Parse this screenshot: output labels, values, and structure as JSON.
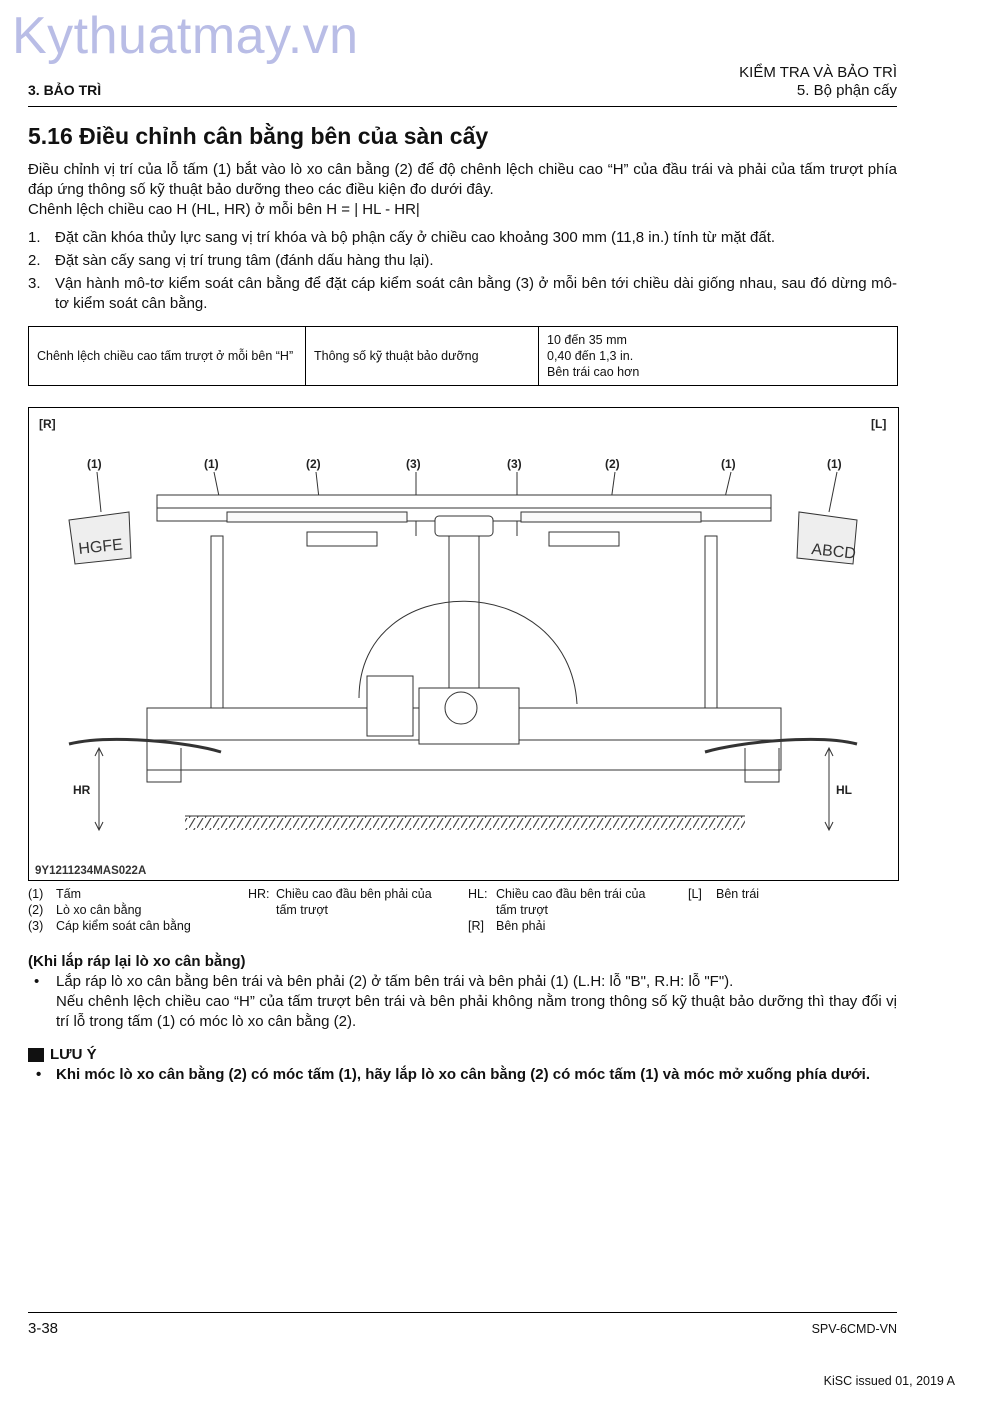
{
  "watermark": "Kythuatmay.vn",
  "header": {
    "section": "3. BẢO TRÌ",
    "chapter": "KIỂM TRA VÀ BẢO TRÌ",
    "subchapter": "5. Bộ phận cấy"
  },
  "title": "5.16 Điều chỉnh cân bằng bên của sàn cấy",
  "intro": {
    "p1": "Điều chỉnh vị trí của lỗ tấm (1) bắt vào lò xo cân bằng (2) để độ chênh lệch chiều cao “H” của đầu trái và phải của tấm trượt phía đáp ứng thông số kỹ thuật bảo dưỡng theo các điều kiện đo dưới đây.",
    "p2": "Chênh lệch chiều cao H (HL, HR) ở mỗi bên H = | HL - HR|"
  },
  "steps": [
    {
      "num": "1.",
      "text": "Đặt cần khóa thủy lực sang vị trí khóa và bộ phận cấy ở chiều cao khoảng 300 mm (11,8 in.) tính từ mặt đất."
    },
    {
      "num": "2.",
      "text": "Đặt sàn cấy sang vị trí trung tâm (đánh dấu hàng thu lại)."
    },
    {
      "num": "3.",
      "text": "Vận hành mô-tơ kiểm soát cân bằng để đặt cáp kiểm soát cân bằng (3) ở mỗi bên tới chiều dài giống nhau, sau đó dừng mô-tơ kiểm soát cân bằng."
    }
  ],
  "spec": {
    "item": "Chênh lệch chiều cao tấm trượt ở mỗi bên “H”",
    "label": "Thông số kỹ thuật bảo dưỡng",
    "v1": "10 đến 35 mm",
    "v2": "0,40 đến 1,3 in.",
    "v3": "Bên trái cao hơn"
  },
  "figure": {
    "corner_r": "[R]",
    "corner_l": "[L]",
    "callouts": [
      "(1)",
      "(1)",
      "(2)",
      "(3)",
      "(3)",
      "(2)",
      "(1)",
      "(1)"
    ],
    "plate_r": "HGFE",
    "plate_l": "ABCD",
    "hr": "HR",
    "hl": "HL",
    "code": "9Y1211234MAS022A"
  },
  "legend": {
    "n1": "(1)",
    "t1": "Tấm",
    "n2": "(2)",
    "t2": "Lò xo cân bằng",
    "n3": "(3)",
    "t3": "Cáp kiểm soát cân bằng",
    "hr_k": "HR:",
    "hr_t1": "Chiều cao đầu bên phải của",
    "hr_t2": "tấm trượt",
    "hl_k": "HL:",
    "hl_t1": "Chiều cao đầu bên trái của",
    "hl_t2": "tấm trượt",
    "r_k": "[R]",
    "r_t": "Bên phải",
    "l_k": "[L]",
    "l_t": "Bên trái"
  },
  "reassembly": {
    "heading": "(Khi lắp ráp lại lò xo cân bằng)",
    "bullet": "•",
    "line1": "Lắp ráp lò xo cân bằng bên trái và bên phải (2) ở tấm bên trái và bên phải (1) (L.H: lỗ \"B\", R.H: lỗ \"F\").",
    "line2": "Nếu chênh lệch chiều cao “H” của tấm trượt bên trái và bên phải không nằm trong thông số kỹ thuật bảo dưỡng thì thay đổi vị trí lỗ trong tấm (1) có móc lò xo cân bằng (2)."
  },
  "note": {
    "heading": "LƯU Ý",
    "bullet": "•",
    "text": "Khi móc lò xo cân bằng (2) có móc tấm (1), hãy lắp lò xo cân bằng (2) có móc tấm (1) và móc mở xuống phía dưới."
  },
  "footer": {
    "page": "3-38",
    "code": "SPV-6CMD-VN",
    "issued": "KiSC issued 01, 2019 A"
  }
}
